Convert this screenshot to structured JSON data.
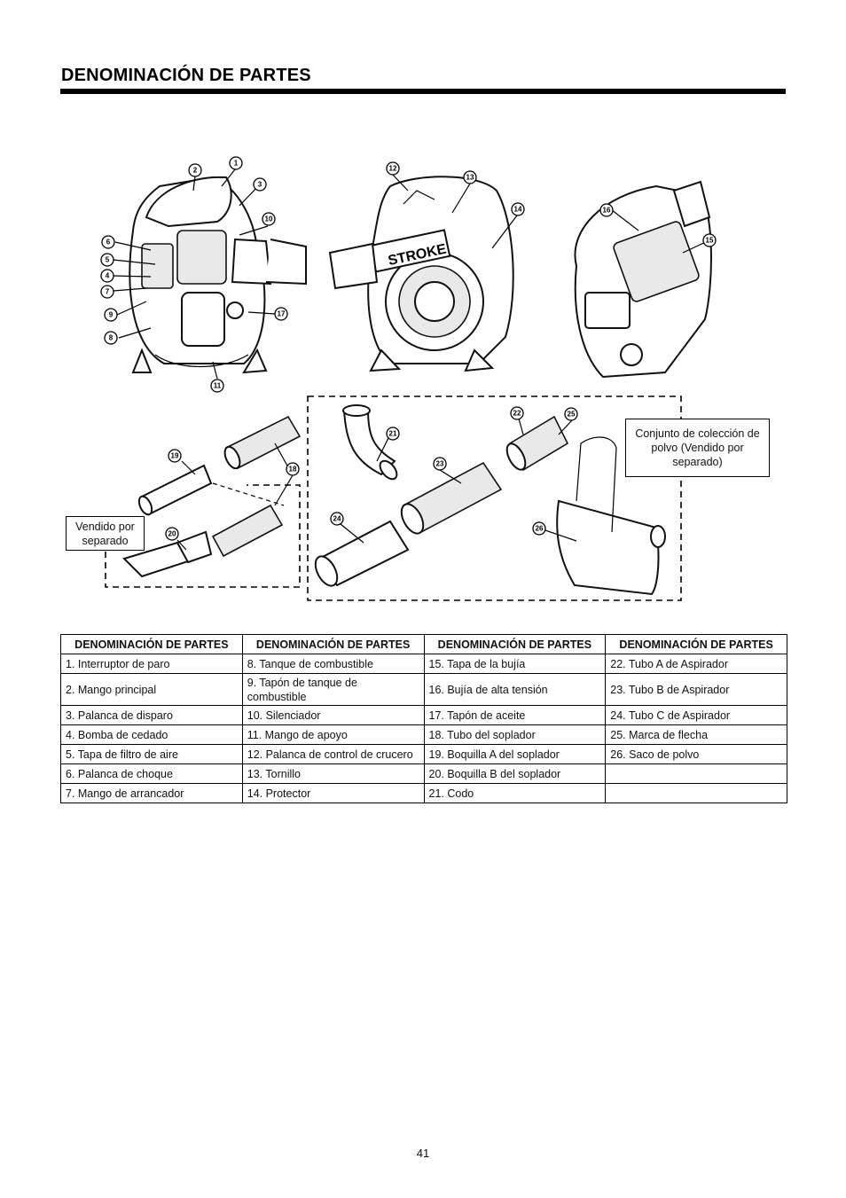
{
  "page": {
    "title": "DENOMINACIÓN DE PARTES",
    "page_number": "41"
  },
  "figure": {
    "callouts": {
      "sold_separately": "Vendido por separado",
      "dust_collection_kit": "Conjunto de colección de polvo (Vendido por separado)"
    },
    "number_labels": [
      "1",
      "2",
      "3",
      "4",
      "5",
      "6",
      "7",
      "8",
      "9",
      "10",
      "11",
      "12",
      "13",
      "14",
      "15",
      "16",
      "17",
      "18",
      "19",
      "20",
      "21",
      "22",
      "23",
      "24",
      "25",
      "26"
    ],
    "stroke_logo_text": "STROKE"
  },
  "table": {
    "headers": [
      "DENOMINACIÓN DE PARTES",
      "DENOMINACIÓN DE PARTES",
      "DENOMINACIÓN DE PARTES",
      "DENOMINACIÓN DE PARTES"
    ],
    "rows": [
      [
        "1. Interruptor de paro",
        "8. Tanque de combustible",
        "15. Tapa de la bujía",
        "22. Tubo A de Aspirador"
      ],
      [
        "2. Mango principal",
        "9. Tapón de tanque de combustible",
        "16. Bujía de alta tensión",
        "23. Tubo B de Aspirador"
      ],
      [
        "3. Palanca de disparo",
        "10. Silenciador",
        "17. Tapón de aceite",
        "24. Tubo C de Aspirador"
      ],
      [
        "4. Bomba de cedado",
        "11. Mango de apoyo",
        "18. Tubo del soplador",
        "25. Marca de flecha"
      ],
      [
        "5. Tapa de filtro de aire",
        "12. Palanca de control de crucero",
        "19. Boquilla A del soplador",
        "26. Saco de polvo"
      ],
      [
        "6. Palanca de choque",
        "13. Tornillo",
        "20. Boquilla B del soplador",
        ""
      ],
      [
        "7. Mango de arrancador",
        "14. Protector",
        "21. Codo",
        ""
      ]
    ]
  }
}
